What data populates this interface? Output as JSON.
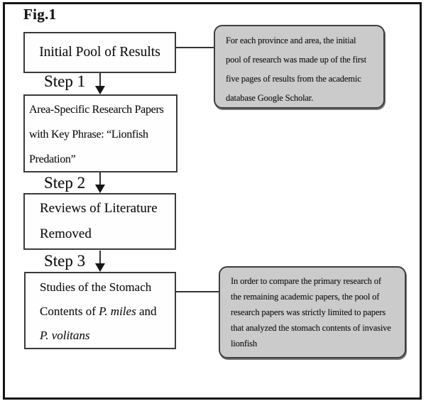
{
  "figure": {
    "label": "Fig.1"
  },
  "flow": {
    "boxes": [
      {
        "name": "initial-pool",
        "lines": [
          [
            {
              "t": "Initial Pool of Results"
            }
          ]
        ]
      },
      {
        "name": "area-specific-papers",
        "lines": [
          [
            {
              "t": "Area-Specific Research Papers"
            }
          ],
          [
            {
              "t": "with Key Phrase: “Lionfish"
            }
          ],
          [
            {
              "t": "Predation”"
            }
          ]
        ]
      },
      {
        "name": "reviews-removed",
        "lines": [
          [
            {
              "t": "Reviews of Literature"
            }
          ],
          [
            {
              "t": "Removed"
            }
          ]
        ]
      },
      {
        "name": "stomach-content-studies",
        "lines": [
          [
            {
              "t": "Studies of the Stomach"
            }
          ],
          [
            {
              "t": "Contents of "
            },
            {
              "t": "P. miles",
              "i": true
            },
            {
              "t": " and"
            }
          ],
          [
            {
              "t": "P. volitans",
              "i": true
            }
          ]
        ]
      }
    ],
    "steps": [
      "Step 1",
      "Step 2",
      "Step 3"
    ]
  },
  "callouts": [
    {
      "name": "initial-pool-note",
      "lines": [
        "For each province and area, the initial",
        "pool of research was made up of the first",
        "five pages of results from the academic",
        "database Google Scholar."
      ]
    },
    {
      "name": "stomach-content-note",
      "lines": [
        "In order to compare the primary research of",
        "the remaining academic papers, the pool of",
        "research papers was strictly limited to papers",
        "that analyzed the stomach contents of invasive",
        "lionfish"
      ]
    }
  ],
  "colors": {
    "frame": "#151515",
    "box_border": "#3a3a3a",
    "callout_fill": "#cbcbcb",
    "callout_border": "#3f3f3f",
    "connector": "#333333",
    "text": "#141414"
  }
}
